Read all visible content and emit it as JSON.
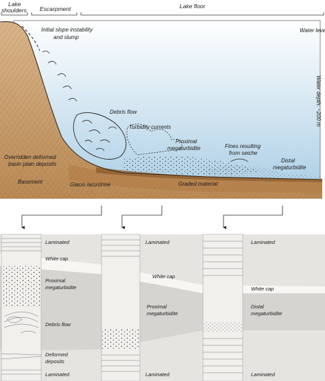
{
  "header": {
    "lake_shoulders_line1": "Lake",
    "lake_shoulders_line2": "shoulders",
    "escarpment": "Escarpment",
    "lake_floor": "Lake floor"
  },
  "cross_section": {
    "water_level": "Water level",
    "water_depth": "Water depth: ~200 m",
    "initial_slope_line1": "Initial slope instability",
    "initial_slope_line2": "and slump",
    "debris_flow": "Debris flow",
    "turbidity_currents": "Turbidity currents",
    "proximal_line1": "Proximal",
    "proximal_line2": "megaturbidite",
    "fines_line1": "Fines resulting",
    "fines_line2": "from seiche",
    "distal_line1": "Distal",
    "distal_line2": "megaturbidite",
    "overridden_line1": "Overridden deformed",
    "overridden_line2": "basin plain deposits",
    "basement": "Basement",
    "glacio_lacustrine": "Glacio lacustrine",
    "graded_material": "Graded material"
  },
  "columns": {
    "col1": {
      "laminated_top": "Laminated",
      "white_cap": "White cap",
      "proximal_line1": "Proximal",
      "proximal_line2": "megaturbidite",
      "debris_flow": "Debris flow",
      "deformed_line1": "Deformed",
      "deformed_line2": "deposits",
      "laminated_bottom": "Laminated"
    },
    "col2": {
      "laminated_top": "Laminated",
      "white_cap": "White cap",
      "proximal_line1": "Proximal",
      "proximal_line2": "megaturbidite",
      "laminated_bottom": "Laminated"
    },
    "col3": {
      "laminated_top": "Laminated",
      "white_cap": "White cap",
      "distal_line1": "Distal",
      "distal_line2": "megaturbidite",
      "laminated_bottom": "Laminated"
    }
  },
  "colors": {
    "water_top": "#ffffff",
    "water_bottom": "#a9cde4",
    "sediment": "#c9a070",
    "sediment_dark": "#9b6a3a",
    "column_fill": "#e6e4e0",
    "column_gray": "#d9d7d3"
  }
}
